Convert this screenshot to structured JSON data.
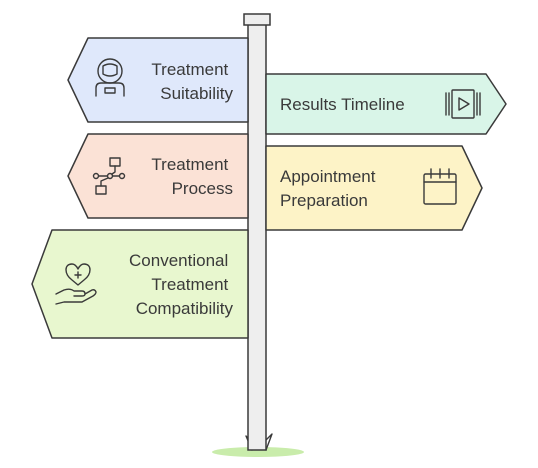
{
  "signs": [
    {
      "id": "treatment-suitability",
      "lines": [
        "Treatment",
        "Suitability"
      ],
      "icon": "astronaut-icon",
      "fill": "#dfe8fb",
      "direction": "left"
    },
    {
      "id": "results-timeline",
      "lines": [
        "Results Timeline"
      ],
      "icon": "video-play-icon",
      "fill": "#d9f5e8",
      "direction": "right"
    },
    {
      "id": "treatment-process",
      "lines": [
        "Treatment",
        "Process"
      ],
      "icon": "flowchart-icon",
      "fill": "#fbe2d6",
      "direction": "left"
    },
    {
      "id": "appointment-preparation",
      "lines": [
        "Appointment",
        "Preparation"
      ],
      "icon": "calendar-icon",
      "fill": "#fdf3c7",
      "direction": "right"
    },
    {
      "id": "conventional-treatment-compatibility",
      "lines": [
        "Conventional",
        "Treatment",
        "Compatibility"
      ],
      "icon": "heart-hand-icon",
      "fill": "#e8f7cf",
      "direction": "left"
    }
  ],
  "colors": {
    "post": "#eeeeee",
    "outline": "#3a3a3a",
    "grass": "#c9ecab"
  }
}
